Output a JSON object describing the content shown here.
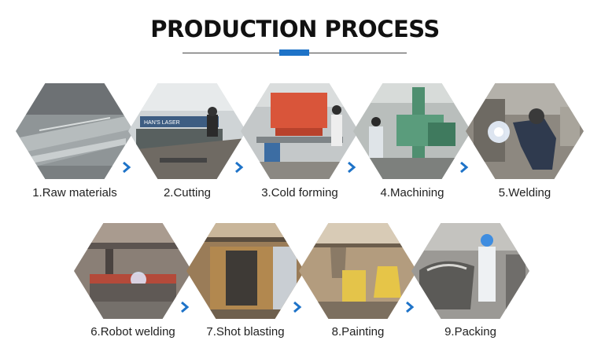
{
  "header": {
    "title": "PRODUCTION PROCESS"
  },
  "colors": {
    "accent": "#1e73c8",
    "text": "#222222"
  },
  "icons": {
    "arrow": "chevron-right-icon"
  },
  "steps": [
    {
      "label": "1.Raw materials",
      "image": "raw-materials-photo"
    },
    {
      "label": "2.Cutting",
      "image": "laser-cutting-photo"
    },
    {
      "label": "3.Cold forming",
      "image": "press-brake-photo"
    },
    {
      "label": "4.Machining",
      "image": "machining-photo"
    },
    {
      "label": "5.Welding",
      "image": "welding-photo"
    },
    {
      "label": "6.Robot welding",
      "image": "robot-welding-photo"
    },
    {
      "label": "7.Shot blasting",
      "image": "shot-blasting-photo"
    },
    {
      "label": "8.Painting",
      "image": "painting-photo"
    },
    {
      "label": "9.Packing",
      "image": "packing-photo"
    }
  ],
  "machine_text": {
    "cutting_machine_brand": "HAN'S LASER"
  }
}
